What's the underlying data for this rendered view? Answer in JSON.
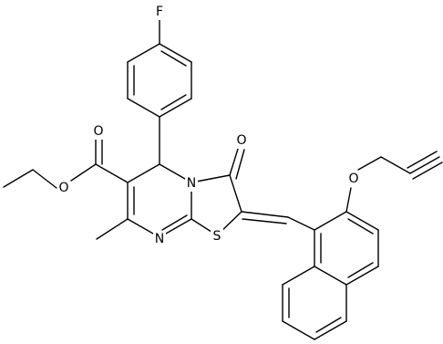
{
  "diagram": {
    "type": "chemical-structure",
    "atom_labels": {
      "fluorine": "F",
      "ester_oxygen": "O",
      "ester_carbonyl_oxygen": "O",
      "ketone_oxygen": "O",
      "ether_oxygen": "O",
      "ring_nitrogen": "N",
      "imine_nitrogen": "N",
      "sulfur": "S"
    }
  }
}
